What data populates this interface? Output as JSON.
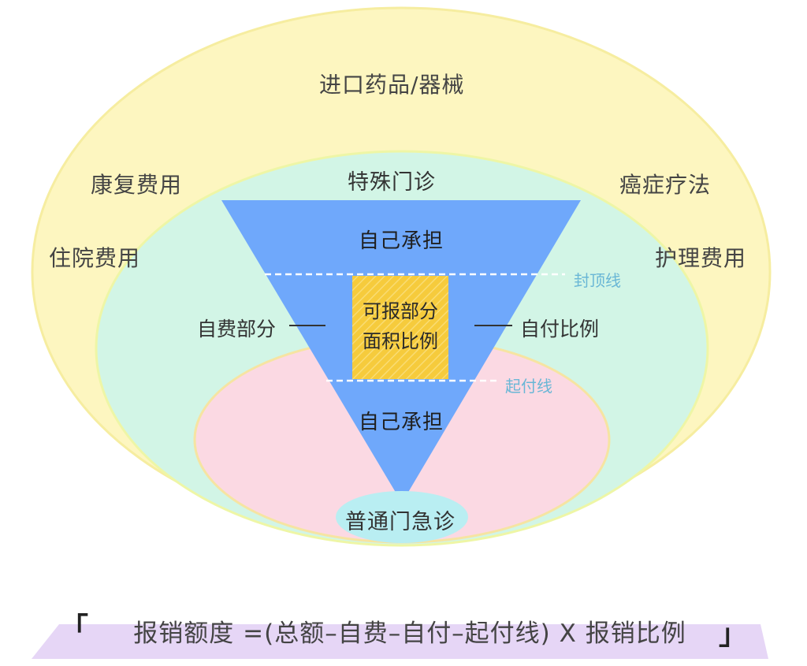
{
  "colors": {
    "outer_ellipse": "#fdf6c0",
    "middle_ellipse": "#d2f5e6",
    "pink_ellipse": "#fbd9e3",
    "cyan_ellipse": "#b9eef2",
    "triangle": "#6fa8fb",
    "reimbursable_box": "#f6cb3c",
    "dashed_line": "#ffffff",
    "line_label": "#6ab7d6",
    "formula_band": "#e6d6f6"
  },
  "outer_labels": {
    "top": "进口药品/器械",
    "rehab": "康复费用",
    "cancer": "癌症疗法",
    "inpatient": "住院费用",
    "nursing": "护理费用"
  },
  "middle_label": "特殊门诊",
  "bottom_label": "普通门急诊",
  "triangle": {
    "top_label": "自己承担",
    "bottom_label": "自己承担"
  },
  "lines": {
    "cap_line": "封顶线",
    "deductible_line": "起付线"
  },
  "center": {
    "line1": "可报部分",
    "line2": "面积比例"
  },
  "sides": {
    "left": "自费部分",
    "right": "自付比例"
  },
  "formula": {
    "open_bracket": "「",
    "text": "报销额度 =(总额–自费–自付–起付线) X 报销比例",
    "close_bracket": "」"
  }
}
